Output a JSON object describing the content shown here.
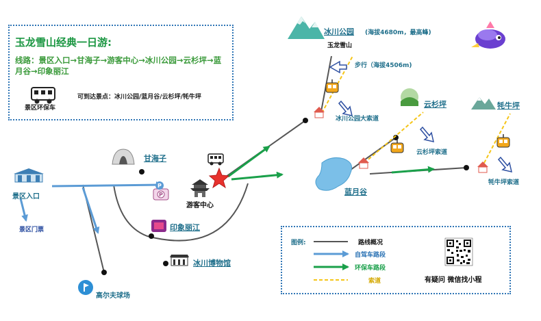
{
  "info": {
    "title": "玉龙雪山经典一日游:",
    "route": "线路：景区入口→甘海子→游客中心→冰川公园→云杉坪→蓝月谷→印象丽江",
    "bus_label": "景区环保车",
    "reachable_label": "可到达景点：冰川公园/蓝月谷/云杉坪/牦牛坪"
  },
  "places": {
    "entrance": "景区入口",
    "ticket": "景区门票",
    "golf": "高尔夫球场",
    "ganhaizi": "甘海子",
    "visitor_center": "游客中心",
    "impression": "印象丽江",
    "museum": "冰川博物馆",
    "glacier_park": "冰川公园",
    "glacier_altitude": "(海拔4680m，最高峰)",
    "snow_mountain": "玉龙雪山",
    "walk": "步行（海拔4506m)",
    "glacier_cableway": "冰川公园大索道",
    "yunshanping": "云杉坪",
    "yunshan_cableway": "云杉坪索道",
    "lanyuegu": "蓝月谷",
    "maoniuping": "牦牛坪",
    "maoniu_cableway": "牦牛坪索道"
  },
  "legend": {
    "title": "图例:",
    "items": [
      {
        "label": "路线概况",
        "color": "#555555",
        "style": "solid-line"
      },
      {
        "label": "自驾车路段",
        "color": "#5b9bd5",
        "style": "arrow"
      },
      {
        "label": "环保车路段",
        "color": "#1aa04a",
        "style": "arrow"
      },
      {
        "label": "索道",
        "color": "#f5c518",
        "style": "dashed-line"
      }
    ],
    "qr_caption": "有疑问 微信找小程"
  },
  "colors": {
    "frame": "#2d74b5",
    "title": "#1a9641",
    "route_text": "#3a9a3a",
    "place_text": "#1f6f8b",
    "road": "#555555",
    "self_drive": "#5b9bd5",
    "eco_bus": "#1aa04a",
    "cableway": "#f5c518",
    "star": "#e8322d"
  },
  "icons": [
    "bus-icon",
    "gate-icon",
    "pagoda-icon",
    "parking-icon",
    "mountain-icon",
    "lake-icon",
    "cable-car-icon",
    "house-icon",
    "qr-code-icon",
    "museum-icon",
    "golf-icon",
    "cave-icon",
    "stage-icon",
    "mascot-icon"
  ]
}
